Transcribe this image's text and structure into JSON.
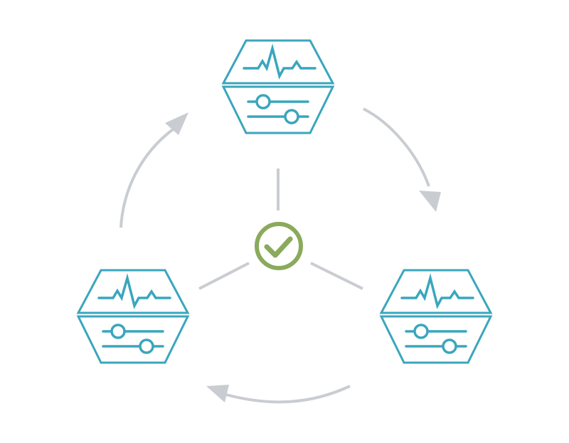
{
  "colors": {
    "node_stroke": "#3aa6bd",
    "arrow": "#c9cdd2",
    "connector": "#c9cdd2",
    "check": "#8aaa5c",
    "background": "#ffffff"
  },
  "icons": {
    "node": "monitoring-settings-hexagon-icon",
    "center": "check-circle-icon",
    "cycle": "curved-arrow"
  },
  "nodes": [
    {
      "id": "top",
      "top_icon": "pulse-waveform-icon",
      "bottom_icon": "sliders-icon",
      "slider_levels": [
        0.27,
        0.7
      ]
    },
    {
      "id": "right",
      "top_icon": "pulse-waveform-icon",
      "bottom_icon": "sliders-icon",
      "slider_levels": [
        0.27,
        0.7
      ]
    },
    {
      "id": "left",
      "top_icon": "pulse-waveform-icon",
      "bottom_icon": "sliders-icon",
      "slider_levels": [
        0.27,
        0.7
      ]
    }
  ],
  "cycle": [
    {
      "from": "top",
      "to": "right"
    },
    {
      "from": "right",
      "to": "left"
    },
    {
      "from": "left",
      "to": "top"
    }
  ],
  "center": {
    "icon": "check-circle-icon",
    "connects_to": [
      "top",
      "left",
      "right"
    ]
  }
}
